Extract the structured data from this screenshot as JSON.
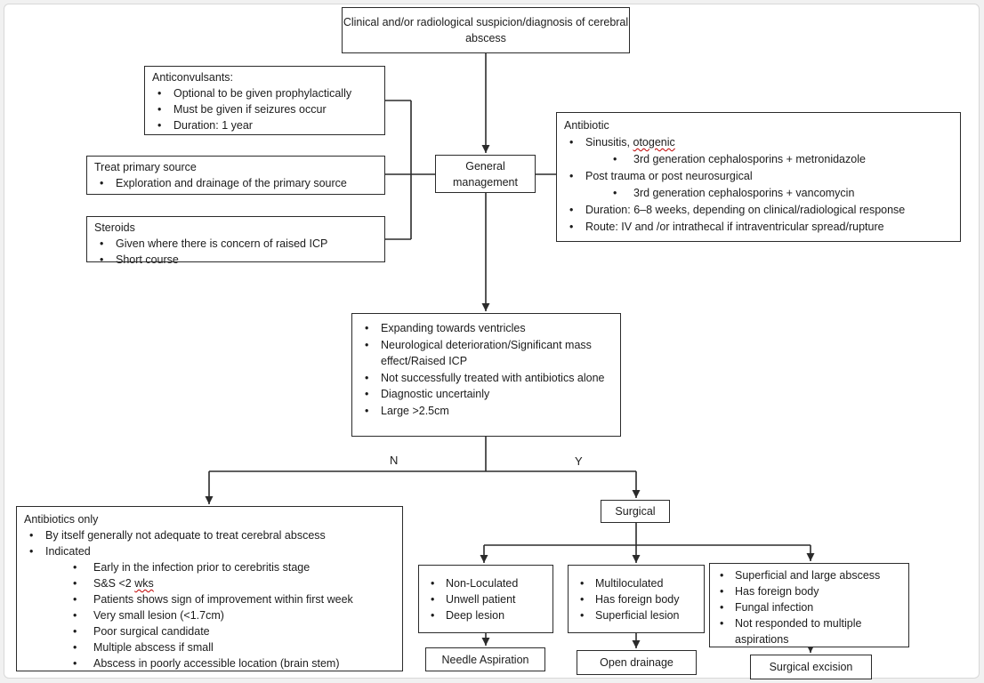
{
  "colors": {
    "box_border": "#2b2b2b",
    "background": "#ffffff",
    "frame_border": "#d8d8d8",
    "spellcheck_underline": "#c00000"
  },
  "branch_labels": {
    "no": "N",
    "yes": "Y"
  },
  "nodes": {
    "top": {
      "text": "Clinical and/or radiological suspicion/diagnosis of cerebral abscess"
    },
    "anticonvulsants": {
      "title": "Anticonvulsants:",
      "items": [
        "Optional to be given prophylactically",
        "Must be given if seizures occur",
        "Duration: 1 year"
      ]
    },
    "treat_primary": {
      "title": "Treat primary source",
      "items": [
        "Exploration and drainage of the primary source"
      ]
    },
    "steroids": {
      "title": "Steroids",
      "items": [
        "Given where there is concern of raised ICP",
        "Short course"
      ]
    },
    "general_management": {
      "text": "General management"
    },
    "antibiotic": {
      "title": "Antibiotic",
      "sinusitis_prefix": "Sinusitis, ",
      "sinusitis_flagged": "otogenic",
      "sinusitis_sub": "3rd generation cephalosporins + metronidazole",
      "post_trauma": "Post trauma or post neurosurgical",
      "post_trauma_sub": "3rd generation cephalosporins + vancomycin",
      "duration": "Duration: 6–8 weeks, depending on clinical/radiological response",
      "route": "Route: IV and /or intrathecal if intraventricular spread/rupture"
    },
    "criteria": {
      "items": [
        "Expanding towards ventricles",
        "Neurological deterioration/Significant mass effect/Raised ICP",
        "Not successfully treated with antibiotics alone",
        "Diagnostic uncertainly",
        "Large >2.5cm"
      ]
    },
    "antibiotics_only": {
      "title": "Antibiotics only",
      "bullet_not_adequate": "By itself generally not adequate to treat cerebral abscess",
      "bullet_indicated": "Indicated",
      "sub_early": "Early in the infection prior to cerebritis stage",
      "sub_ss_prefix": "S&S <2 ",
      "sub_ss_flagged": "wks",
      "sub_improvement": "Patients shows sign of improvement within first week",
      "sub_small_lesion": "Very small lesion (<1.7cm)",
      "sub_poor_candidate": "Poor surgical candidate",
      "sub_multiple": "Multiple abscess if small",
      "sub_location": "Abscess in poorly accessible location (brain stem)"
    },
    "surgical": {
      "text": "Surgical"
    },
    "non_loculated": {
      "items": [
        "Non-Loculated",
        "Unwell patient",
        "Deep lesion"
      ]
    },
    "multiloculated": {
      "items": [
        "Multiloculated",
        "Has foreign body",
        "Superficial lesion"
      ]
    },
    "superficial": {
      "items": [
        "Superficial and large abscess",
        "Has foreign body",
        "Fungal infection",
        "Not responded to multiple"
      ],
      "item4_wrap": "aspirations"
    },
    "needle_aspiration": {
      "text": "Needle Aspiration"
    },
    "open_drainage": {
      "text": "Open drainage"
    },
    "surgical_excision": {
      "text": "Surgical excision"
    }
  }
}
